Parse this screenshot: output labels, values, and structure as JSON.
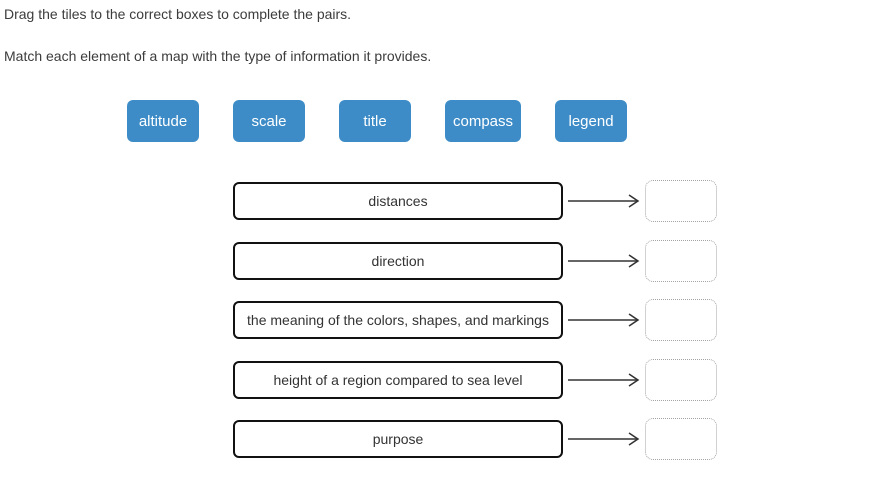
{
  "instructions": {
    "line1": "Drag the tiles to the correct boxes to complete the pairs.",
    "line2": "Match each element of a map with the type of information it provides."
  },
  "tiles": [
    {
      "label": "altitude"
    },
    {
      "label": "scale"
    },
    {
      "label": "title"
    },
    {
      "label": "compass"
    },
    {
      "label": "legend"
    }
  ],
  "pairs": [
    {
      "prompt": "distances",
      "answer": ""
    },
    {
      "prompt": "direction",
      "answer": ""
    },
    {
      "prompt": "the meaning of the colors, shapes, and markings",
      "answer": ""
    },
    {
      "prompt": "height of a region compared to sea level",
      "answer": ""
    },
    {
      "prompt": "purpose",
      "answer": ""
    }
  ],
  "colors": {
    "tile_background": "#3d8cc7",
    "tile_text": "#ffffff",
    "prompt_border": "#111111",
    "drop_border": "#a3a3a3",
    "instruction_text": "#3c3c3c",
    "arrow": "#333333"
  }
}
